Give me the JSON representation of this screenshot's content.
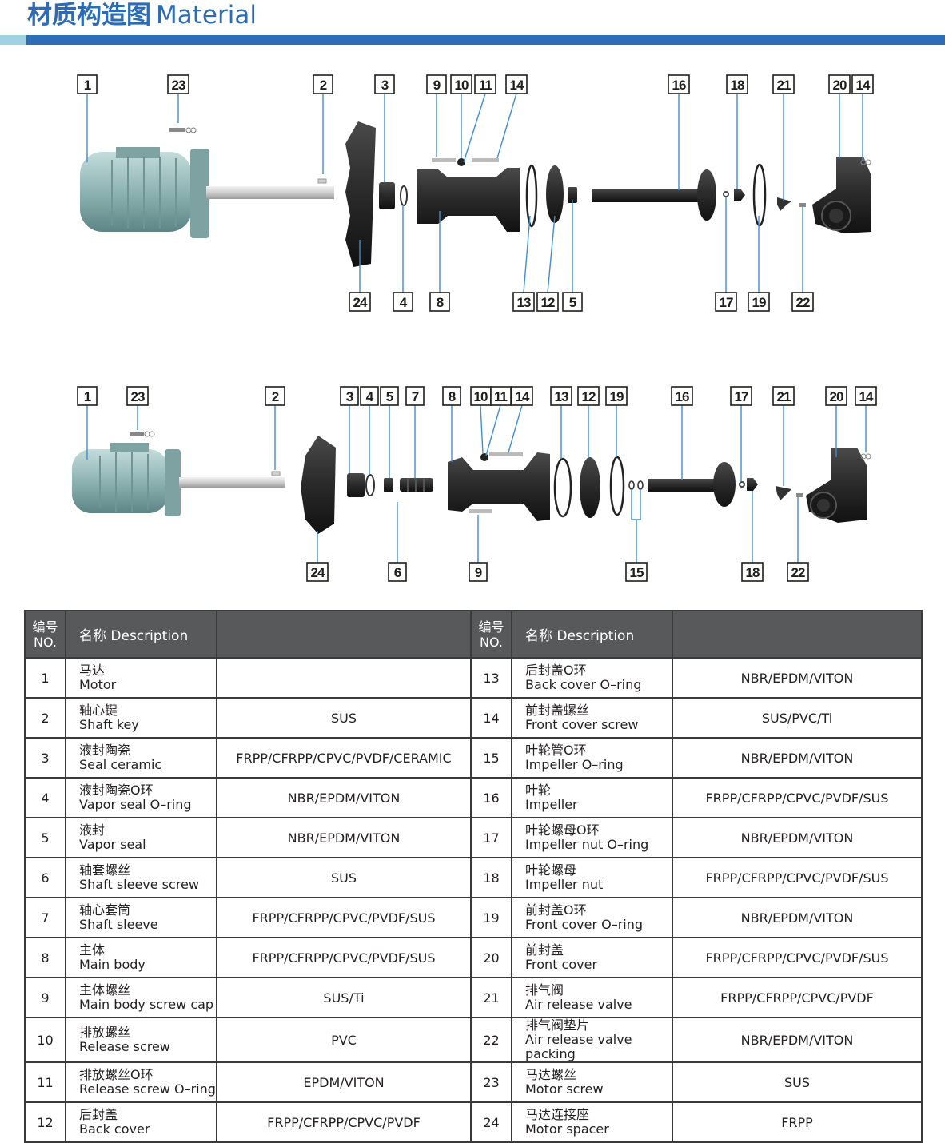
{
  "header": {
    "title_cn": "材质构造图",
    "title_en": "Material"
  },
  "diagram_top": {
    "labels_top": [
      "1",
      "23",
      "2",
      "3",
      "9",
      "10",
      "11",
      "14",
      "16",
      "18",
      "21",
      "20",
      "14"
    ],
    "labels_bottom": [
      "24",
      "4",
      "8",
      "13",
      "12",
      "5",
      "17",
      "19",
      "22"
    ]
  },
  "diagram_bottom": {
    "labels_top": [
      "1",
      "23",
      "2",
      "3",
      "4",
      "5",
      "7",
      "8",
      "10",
      "11",
      "14",
      "13",
      "12",
      "19",
      "16",
      "17",
      "21",
      "20",
      "14"
    ],
    "labels_bottom": [
      "24",
      "6",
      "9",
      "15",
      "18",
      "22"
    ]
  },
  "table": {
    "header": {
      "no_cn": "编号",
      "no_en": "NO.",
      "desc": "名称 Description"
    },
    "left": [
      {
        "no": "1",
        "cn": "马达",
        "en": "Motor",
        "mat": ""
      },
      {
        "no": "2",
        "cn": "轴心键",
        "en": "Shaft key",
        "mat": "SUS"
      },
      {
        "no": "3",
        "cn": "液封陶瓷",
        "en": "Seal ceramic",
        "mat": "FRPP/CFRPP/CPVC/PVDF/CERAMIC"
      },
      {
        "no": "4",
        "cn": "液封陶瓷O环",
        "en": "Vapor seal O–ring",
        "mat": "NBR/EPDM/VITON"
      },
      {
        "no": "5",
        "cn": "液封",
        "en": "Vapor seal",
        "mat": "NBR/EPDM/VITON"
      },
      {
        "no": "6",
        "cn": "轴套螺丝",
        "en": "Shaft sleeve screw",
        "mat": "SUS"
      },
      {
        "no": "7",
        "cn": "轴心套筒",
        "en": "Shaft sleeve",
        "mat": "FRPP/CFRPP/CPVC/PVDF/SUS"
      },
      {
        "no": "8",
        "cn": "主体",
        "en": "Main body",
        "mat": "FRPP/CFRPP/CPVC/PVDF/SUS"
      },
      {
        "no": "9",
        "cn": "主体螺丝",
        "en": "Main body screw cap",
        "mat": "SUS/Ti"
      },
      {
        "no": "10",
        "cn": "排放螺丝",
        "en": "Release screw",
        "mat": "PVC"
      },
      {
        "no": "11",
        "cn": "排放螺丝O环",
        "en": "Release screw O–ring",
        "mat": "EPDM/VITON"
      },
      {
        "no": "12",
        "cn": "后封盖",
        "en": "Back cover",
        "mat": "FRPP/CFRPP/CPVC/PVDF"
      }
    ],
    "right": [
      {
        "no": "13",
        "cn": "后封盖O环",
        "en": "Back cover O–ring",
        "mat": "NBR/EPDM/VITON"
      },
      {
        "no": "14",
        "cn": "前封盖螺丝",
        "en": "Front cover screw",
        "mat": "SUS/PVC/Ti"
      },
      {
        "no": "15",
        "cn": "叶轮管O环",
        "en": "Impeller O–ring",
        "mat": "NBR/EPDM/VITON"
      },
      {
        "no": "16",
        "cn": "叶轮",
        "en": "Impeller",
        "mat": "FRPP/CFRPP/CPVC/PVDF/SUS"
      },
      {
        "no": "17",
        "cn": "叶轮螺母O环",
        "en": "Impeller nut O–ring",
        "mat": "NBR/EPDM/VITON"
      },
      {
        "no": "18",
        "cn": "叶轮螺母",
        "en": "Impeller nut",
        "mat": "FRPP/CFRPP/CPVC/PVDF/SUS"
      },
      {
        "no": "19",
        "cn": "前封盖O环",
        "en": "Front cover O–ring",
        "mat": "NBR/EPDM/VITON"
      },
      {
        "no": "20",
        "cn": "前封盖",
        "en": "Front cover",
        "mat": "FRPP/CFRPP/CPVC/PVDF/SUS"
      },
      {
        "no": "21",
        "cn": "排气阀",
        "en": "Air release valve",
        "mat": "FRPP/CFRPP/CPVC/PVDF"
      },
      {
        "no": "22",
        "cn": "排气阀垫片",
        "en": "Air release valve packing",
        "mat": "NBR/EPDM/VITON"
      },
      {
        "no": "23",
        "cn": "马达螺丝",
        "en": "Motor screw",
        "mat": "SUS"
      },
      {
        "no": "24",
        "cn": "马达连接座",
        "en": "Motor spacer",
        "mat": "FRPP"
      }
    ]
  },
  "colors": {
    "title": "#2d6cb5",
    "rule": "#2e6bb8",
    "rule_light": "#9fd3e4",
    "header_bg": "#58595b",
    "motor": "#9cbcbc",
    "part": "#2b2b2b",
    "leader": "#3d8fd0"
  }
}
